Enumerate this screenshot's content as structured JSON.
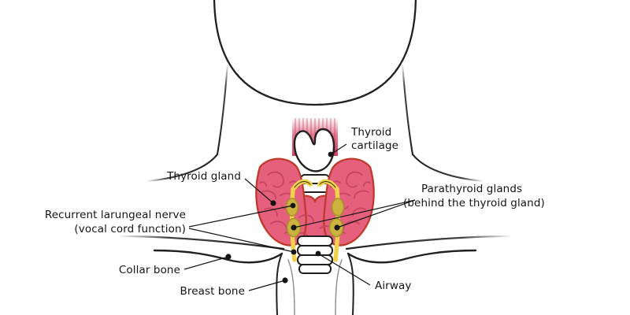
{
  "diagram": {
    "title": "Thyroid gland anatomy",
    "background": "#ffffff",
    "labels": {
      "thyroid_cartilage_line1": "Thyroid",
      "thyroid_cartilage_line2": "cartilage",
      "thyroid_gland": "Thyroid gland",
      "parathyroid_line1": "Parathyroid glands",
      "parathyroid_line2": "(behind the thyroid gland)",
      "nerve_line1": "Recurrent larungeal nerve",
      "nerve_line2": "(vocal cord function)",
      "collar_bone": "Collar bone",
      "breast_bone": "Breast bone",
      "airway": "Airway"
    },
    "colors": {
      "outline": "#231f20",
      "thyroid_fill": "#e4607d",
      "thyroid_stroke": "#c0392b",
      "thyroid_detail": "#c9455f",
      "muscle_stripe": "#d84a68",
      "parathyroid_fill": "#ccb33f",
      "parathyroid_stroke": "#a8902b",
      "nerve_yellow": "#f2d24b",
      "trachea_fill": "#ffffff",
      "text": "#141414",
      "leader": "#141414",
      "dot": "#141414"
    },
    "structures": [
      "jaw-chin-outline",
      "neck-sides",
      "shoulder-left",
      "shoulder-right",
      "clavicle-left",
      "clavicle-right",
      "sternum",
      "strap-muscle-striations",
      "thyroid-cartilage",
      "thyroid-left-lobe",
      "thyroid-right-lobe",
      "thyroid-isthmus",
      "trachea-upper",
      "trachea-lower",
      "parathyroid-gland-upper-left",
      "parathyroid-gland-upper-right",
      "parathyroid-gland-lower-left",
      "parathyroid-gland-lower-right",
      "recurrent-laryngeal-nerve-left",
      "recurrent-laryngeal-nerve-right"
    ]
  }
}
